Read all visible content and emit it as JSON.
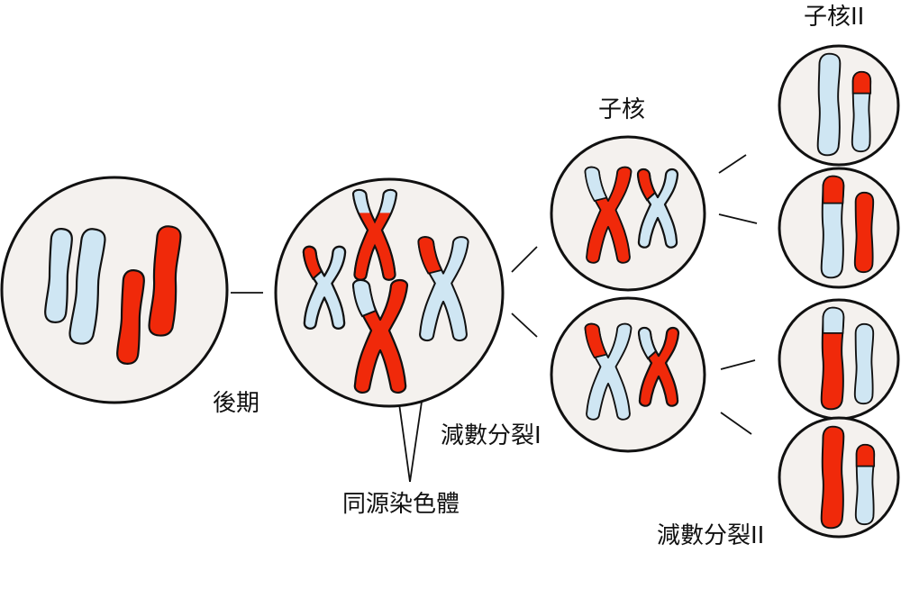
{
  "labels": {
    "anaphase": "後期",
    "homologous_chromosomes": "同源染色體",
    "meiosis_1": "減數分裂I",
    "daughter_nuclei": "子核",
    "daughter_nuclei_2": "子核II",
    "meiosis_2": "減數分裂II"
  },
  "colors": {
    "maternal": "#f0290a",
    "paternal": "#cfe6f3",
    "cell_fill": "#f4f1ee",
    "outline": "#111111"
  }
}
